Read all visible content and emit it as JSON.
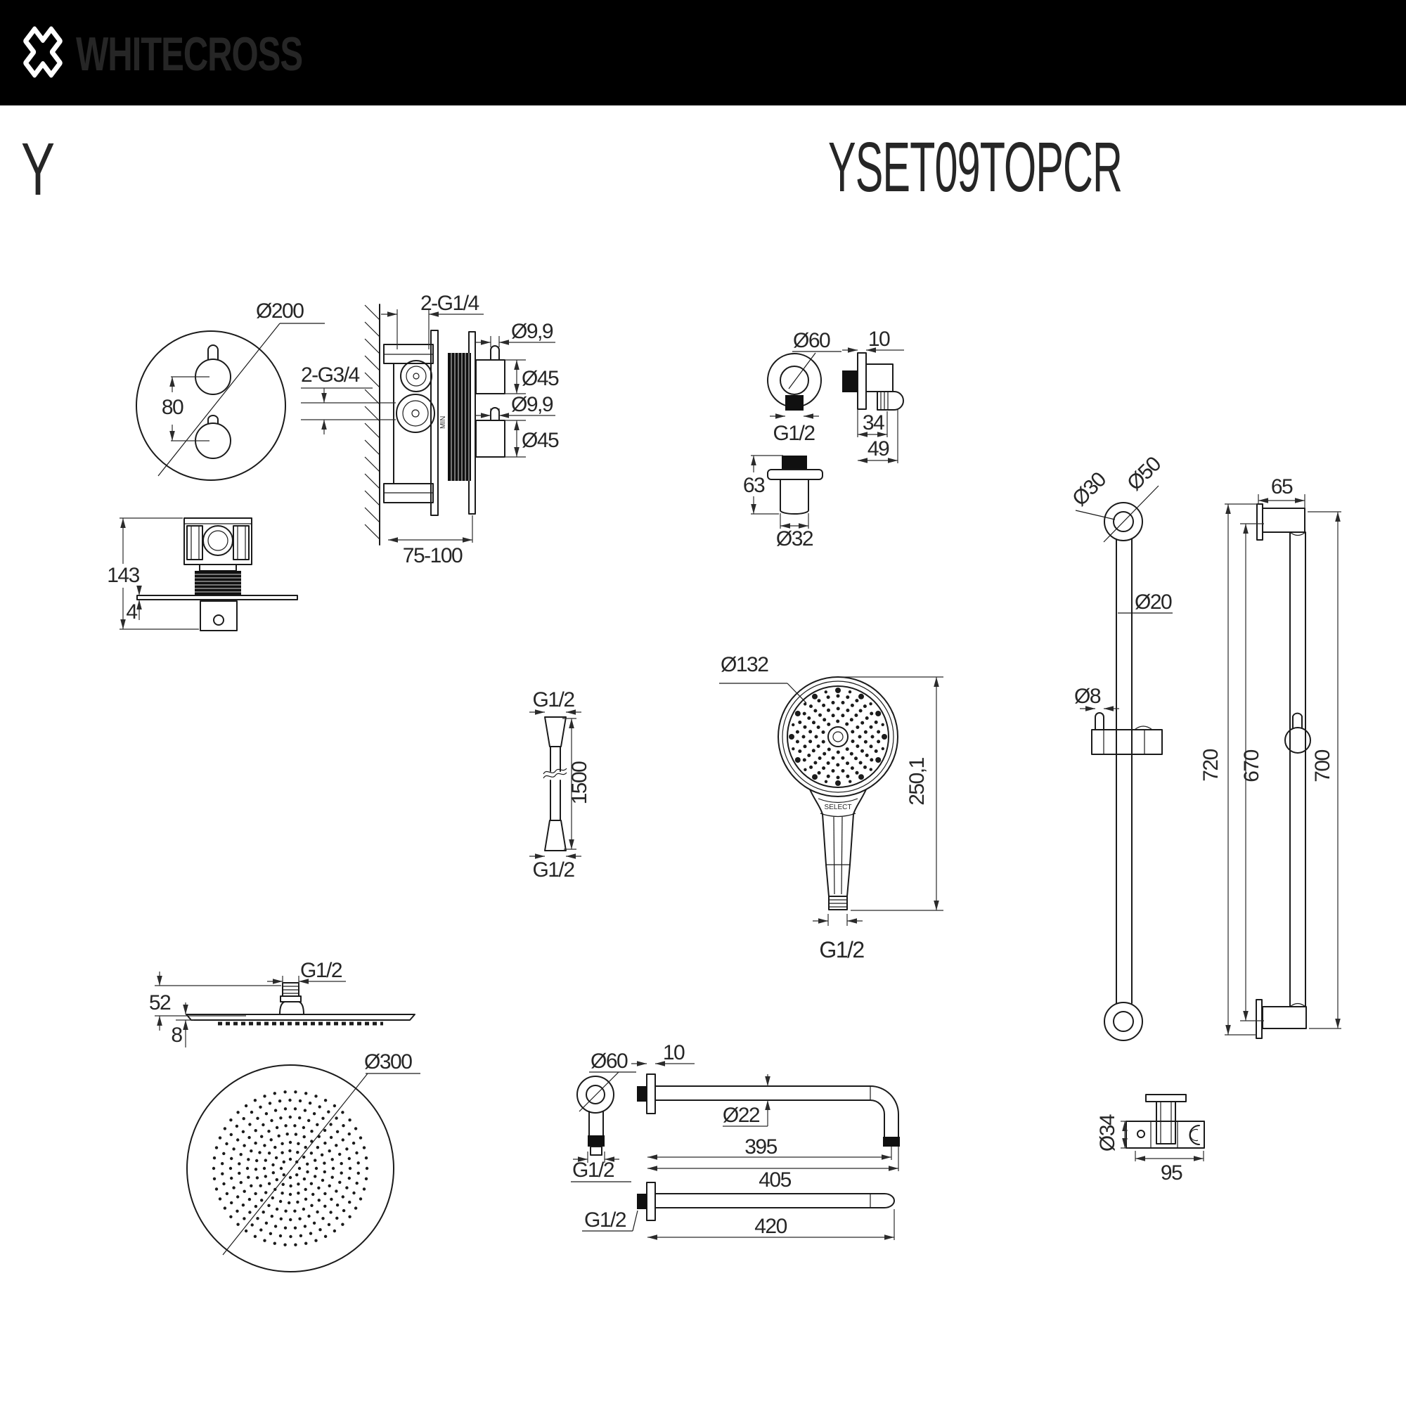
{
  "header": {
    "brand": "WHITECROSS",
    "series": "Y",
    "model": "YSET09TOPCR"
  },
  "components": {
    "mixer_front": {
      "diameter": "Ø200",
      "knob_spacing": "80"
    },
    "mixer_side": {
      "top_connections": "2-G1/4",
      "side_connections": "2-G3/4",
      "stem_top": "Ø9,9",
      "knob_top": "Ø45",
      "stem_bottom": "Ø9,9",
      "knob_bottom": "Ø45",
      "mount_depth": "75-100",
      "min_mark": "MIN"
    },
    "mixer_top": {
      "height": "143",
      "plate_thickness": "4"
    },
    "elbow": {
      "escutcheon_diameter": "Ø60",
      "plate_thickness": "10",
      "thread": "G1/2",
      "outlet_offset": "34",
      "depth": "49",
      "body_height": "63",
      "body_diameter": "Ø32"
    },
    "hose": {
      "thread_top": "G1/2",
      "length": "1500",
      "thread_bottom": "G1/2"
    },
    "handshower": {
      "head_diameter": "Ø132",
      "length": "250,1",
      "thread": "G1/2",
      "select_mark": "SELECT"
    },
    "rail": {
      "ring_diameter": "Ø30",
      "escutcheon_diameter": "Ø50",
      "tube_diameter": "Ø20",
      "pin_diameter": "Ø8",
      "bracket_depth": "65",
      "length_overall": "720",
      "length_inner": "670",
      "length_tube": "700"
    },
    "holder": {
      "diameter": "Ø34",
      "width": "95"
    },
    "headshower": {
      "thread": "G1/2",
      "connector_height": "52",
      "disc_thickness": "8",
      "diameter": "Ø300"
    },
    "arm": {
      "escutcheon_diameter": "Ø60",
      "flange_thickness": "10",
      "tube_diameter": "Ø22",
      "length_to_bend": "395",
      "length_total": "405",
      "thread_elbow": "G1/2",
      "thread_wall": "G1/2",
      "length_straight": "420"
    }
  }
}
